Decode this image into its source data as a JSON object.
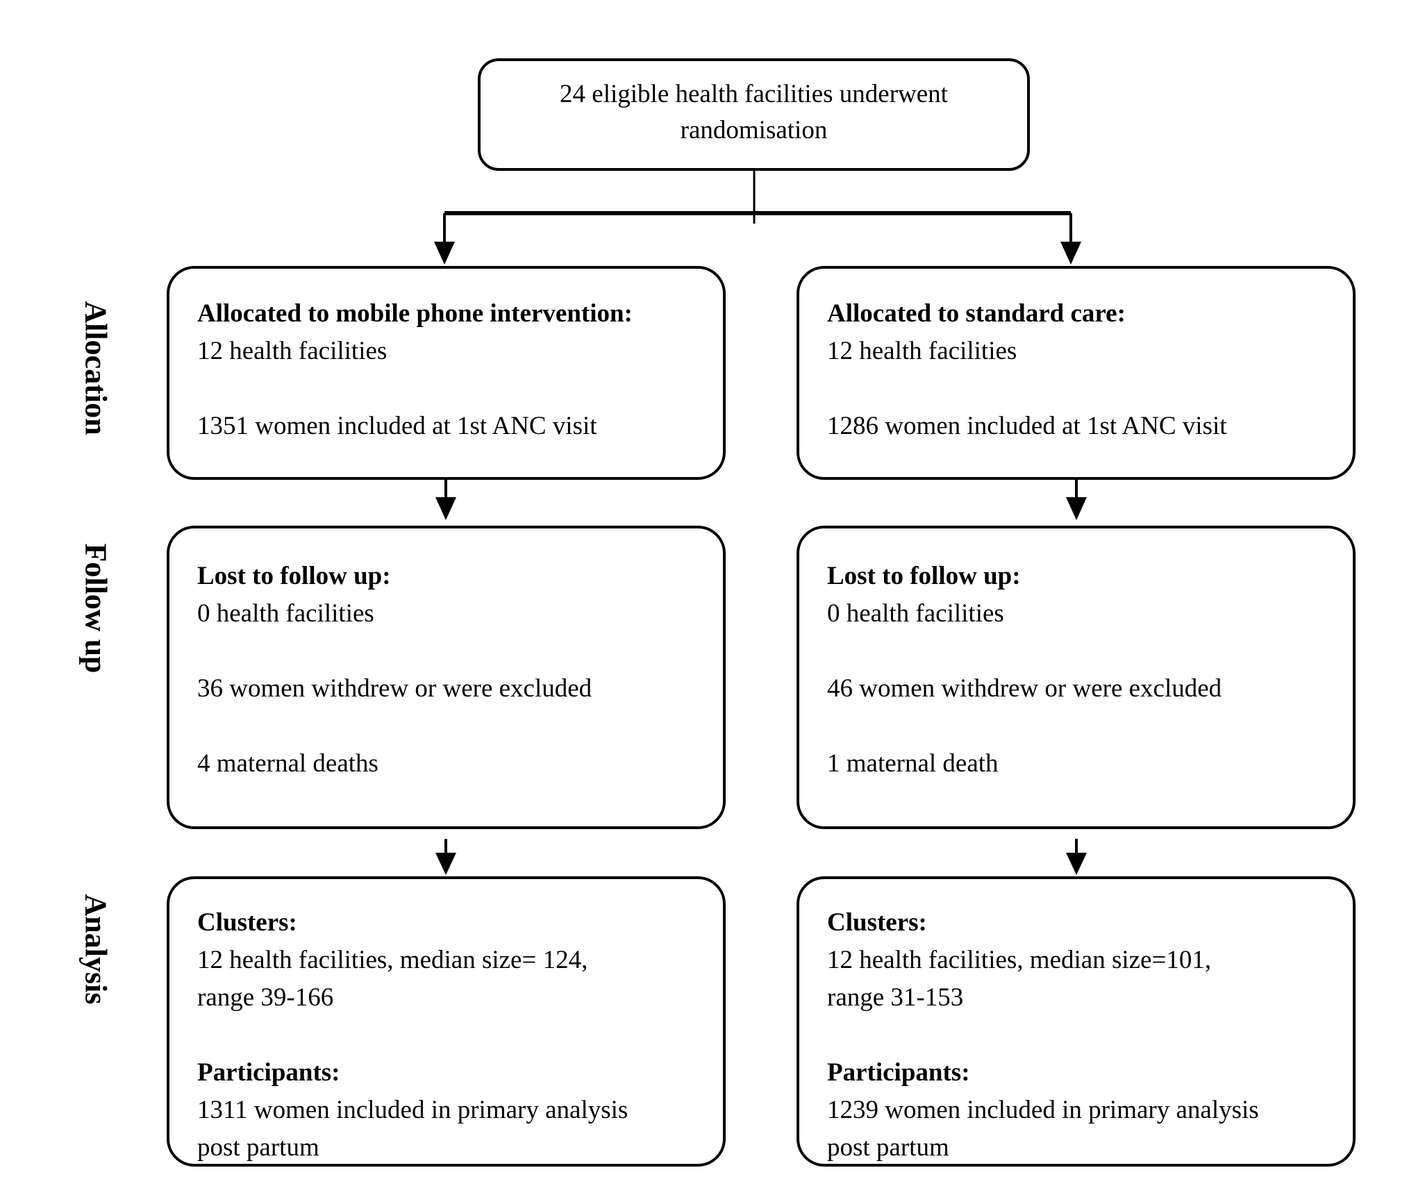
{
  "top_box": {
    "line1": "24 eligible health facilities underwent",
    "line2": "randomisation"
  },
  "stage_labels": {
    "allocation": "Allocation",
    "follow_up": "Follow up",
    "analysis": "Analysis"
  },
  "allocation": {
    "left": {
      "heading": "Allocated to mobile phone intervention:",
      "facilities": "12 health facilities",
      "enrolled": "1351 women included at 1st ANC visit"
    },
    "right": {
      "heading": "Allocated to standard care:",
      "facilities": "12 health facilities",
      "enrolled": "1286 women included at 1st ANC visit"
    }
  },
  "follow_up": {
    "left": {
      "heading": "Lost to follow up:",
      "facilities": "0 health facilities",
      "withdrew": "36 women withdrew or were excluded",
      "deaths": "4 maternal deaths"
    },
    "right": {
      "heading": "Lost to follow up:",
      "facilities": "0 health facilities",
      "withdrew": "46 women withdrew or were excluded",
      "deaths": "1 maternal death"
    }
  },
  "analysis": {
    "left": {
      "clusters_heading": "Clusters:",
      "clusters_line1": "12 health facilities, median size= 124,",
      "clusters_line2": "range 39-166",
      "participants_heading": "Participants:",
      "participants_line1": "1311 women included in primary analysis",
      "participants_line2": "post partum"
    },
    "right": {
      "clusters_heading": "Clusters:",
      "clusters_line1": "12 health facilities, median size=101,",
      "clusters_line2": "range 31-153",
      "participants_heading": "Participants:",
      "participants_line1": "1239 women included in primary analysis",
      "participants_line2": "post partum"
    }
  }
}
